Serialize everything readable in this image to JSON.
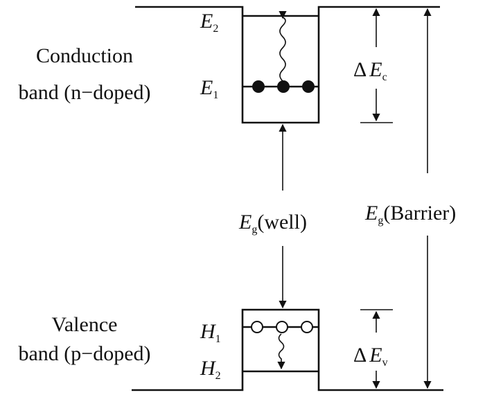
{
  "labels": {
    "conduction_line1": "Conduction",
    "conduction_line2": "band (n−doped)",
    "valence_line1": "Valence",
    "valence_line2": "band (p−doped)",
    "E2": {
      "main": "E",
      "sub": "2"
    },
    "E1": {
      "main": "E",
      "sub": "1"
    },
    "H1": {
      "main": "H",
      "sub": "1"
    },
    "H2": {
      "main": "H",
      "sub": "2"
    },
    "delta_Ec": {
      "delta": "Δ",
      "main": "E",
      "sub": "c"
    },
    "delta_Ev": {
      "delta": "Δ",
      "main": "E",
      "sub": "v"
    },
    "Eg_well": {
      "main": "E",
      "sub": "g",
      "rest": "(well)"
    },
    "Eg_barrier": {
      "main": "E",
      "sub": "g",
      "rest": "(Barrier)"
    }
  },
  "electrons": 3,
  "holes": 3,
  "colors": {
    "ink": "#111111",
    "background": "#ffffff"
  }
}
